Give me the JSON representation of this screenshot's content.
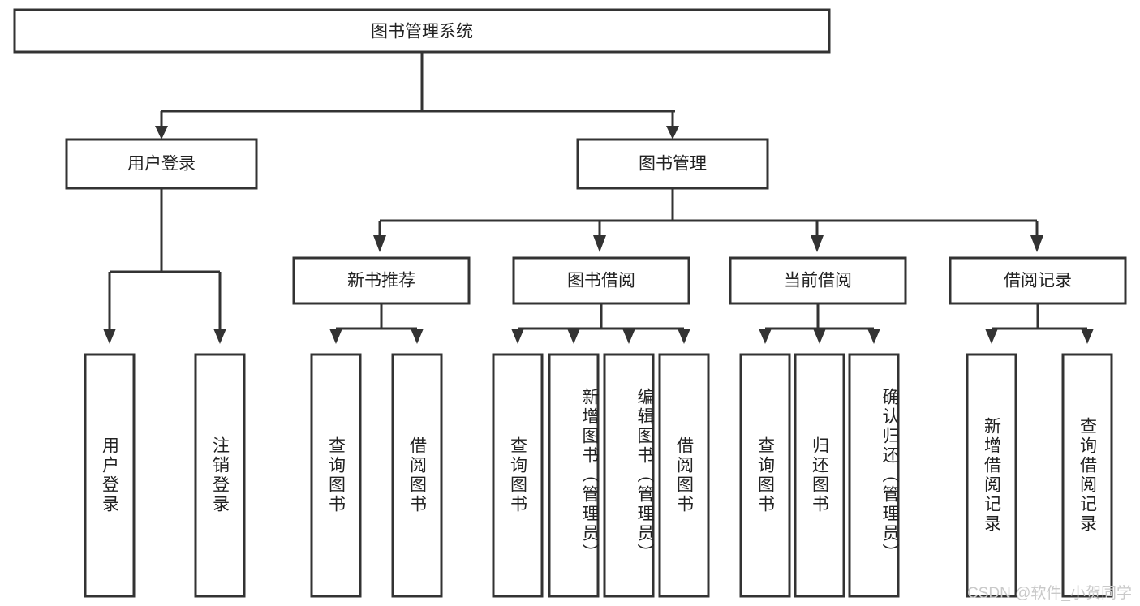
{
  "diagram": {
    "title_node": {
      "label": "图书管理系统"
    },
    "type": "tree-hierarchy",
    "colors": {
      "box_fill": "#ffffff",
      "box_stroke": "#333333",
      "text": "#222222",
      "watermark": "#c9c9c9",
      "background": "#ffffff"
    },
    "level2": [
      {
        "id": "user-login",
        "label": "用户登录"
      },
      {
        "id": "book-manage",
        "label": "图书管理"
      }
    ],
    "level3": [
      {
        "id": "new-book-recommend",
        "label": "新书推荐"
      },
      {
        "id": "book-borrow",
        "label": "图书借阅"
      },
      {
        "id": "current-borrow",
        "label": "当前借阅"
      },
      {
        "id": "borrow-record",
        "label": "借阅记录"
      }
    ],
    "leaves": {
      "user_login": [
        {
          "id": "leaf-user-login",
          "label": "用户登录"
        },
        {
          "id": "leaf-logout-login",
          "label": "注销登录"
        }
      ],
      "new_book_recommend": [
        {
          "id": "leaf-query-book-1",
          "label": "查询图书"
        },
        {
          "id": "leaf-borrow-book-1",
          "label": "借阅图书"
        }
      ],
      "book_borrow": [
        {
          "id": "leaf-query-book-2",
          "label": "查询图书"
        },
        {
          "id": "leaf-add-book",
          "label": "新增图书（管理员）"
        },
        {
          "id": "leaf-edit-book",
          "label": "编辑图书（管理员）"
        },
        {
          "id": "leaf-borrow-book-2",
          "label": "借阅图书"
        }
      ],
      "current_borrow": [
        {
          "id": "leaf-query-book-3",
          "label": "查询图书"
        },
        {
          "id": "leaf-return-book",
          "label": "归还图书"
        },
        {
          "id": "leaf-confirm-return",
          "label": "确认归还（管理员）"
        }
      ],
      "borrow_record": [
        {
          "id": "leaf-add-record",
          "label": "新增借阅记录"
        },
        {
          "id": "leaf-query-record",
          "label": "查询借阅记录"
        }
      ]
    }
  },
  "watermark": {
    "text": "CSDN @软件_小贺同学"
  }
}
